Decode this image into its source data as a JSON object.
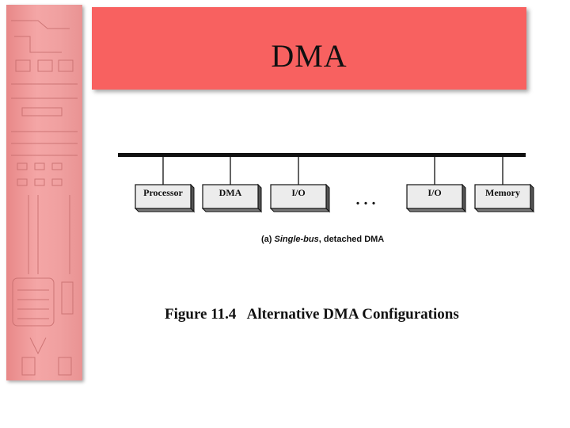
{
  "slide": {
    "title": "DMA"
  },
  "diagram": {
    "boxes": [
      {
        "label": "Processor"
      },
      {
        "label": "DMA"
      },
      {
        "label": "I/O"
      },
      {
        "label": "I/O"
      },
      {
        "label": "Memory"
      }
    ],
    "ellipsis": ". . .",
    "subcaption_prefix": "(a) ",
    "subcaption_italic": "Single-bus",
    "subcaption_rest": ", detached DMA",
    "figure_caption": "Figure 11.4   Alternative DMA Configurations"
  },
  "colors": {
    "banner": "#f86160",
    "strip": "#f4a6a6"
  }
}
